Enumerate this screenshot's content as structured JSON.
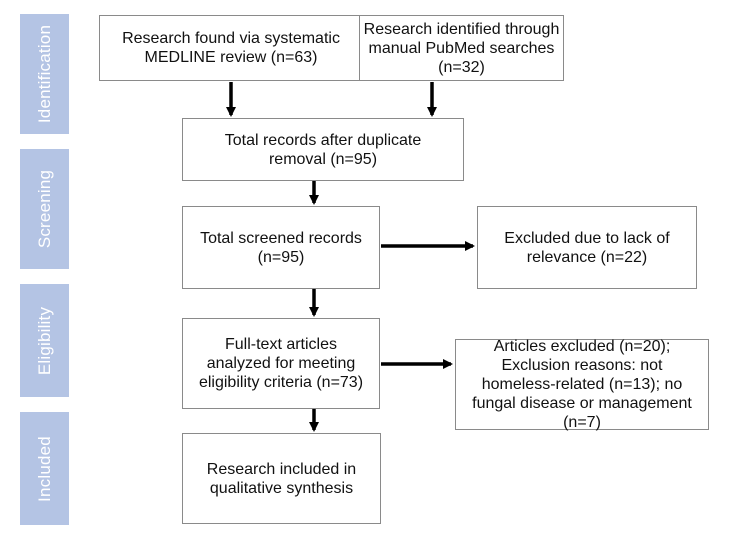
{
  "stages": {
    "identification": "Identification",
    "screening": "Screening",
    "eligibility": "Eligibility",
    "included": "Included"
  },
  "boxes": {
    "medline": "Research found via systematic MEDLINE review (n=63)",
    "pubmed": "Research identified through manual PubMed searches (n=32)",
    "dedup": "Total records after duplicate removal (n=95)",
    "screened": "Total screened records (n=95)",
    "excluded_relevance": "Excluded due to lack of relevance (n=22)",
    "fulltext": "Full-text articles analyzed for meeting eligibility criteria (n=73)",
    "excluded_articles": "Articles excluded (n=20); Exclusion reasons: not homeless-related (n=13); no fungal disease or management (n=7)",
    "included": "Research included in qualitative synthesis"
  },
  "colors": {
    "stage_fill": "#b4c4e4",
    "box_border": "#8a8a8a",
    "arrow": "#000000"
  }
}
